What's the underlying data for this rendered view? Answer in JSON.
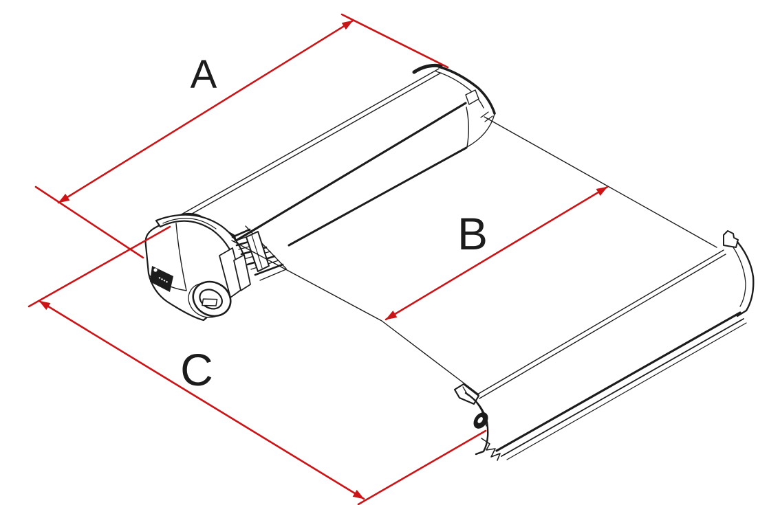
{
  "diagram": {
    "type": "technical-line-drawing",
    "subject": "roll-out-awning-with-cassette-fabric-and-lead-bar",
    "labels": {
      "a": "A",
      "b": "B",
      "c": "C"
    },
    "colors": {
      "dimension_lines": "#cc1417",
      "drawing_lines": "#1c1c1c",
      "background": "#ffffff"
    }
  }
}
